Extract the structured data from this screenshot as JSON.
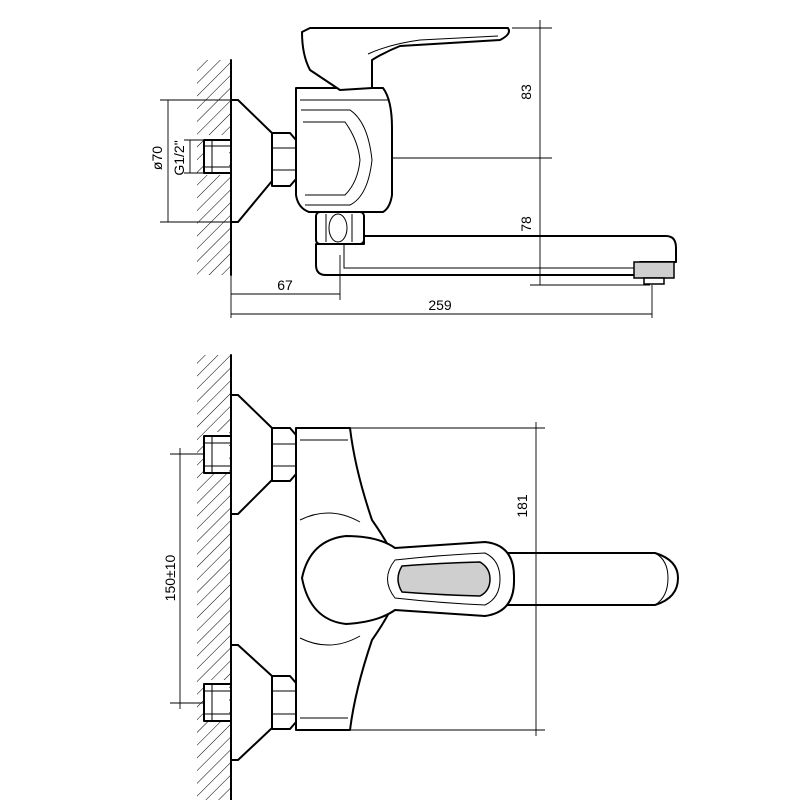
{
  "side_view": {
    "dim_height_lever": "83",
    "dim_height_spout": "78",
    "dim_diameter": "ø70",
    "dim_thread": "G1/2\"",
    "dim_offset": "67",
    "dim_length": "259"
  },
  "front_view": {
    "dim_height": "181",
    "dim_centers": "150±10"
  }
}
